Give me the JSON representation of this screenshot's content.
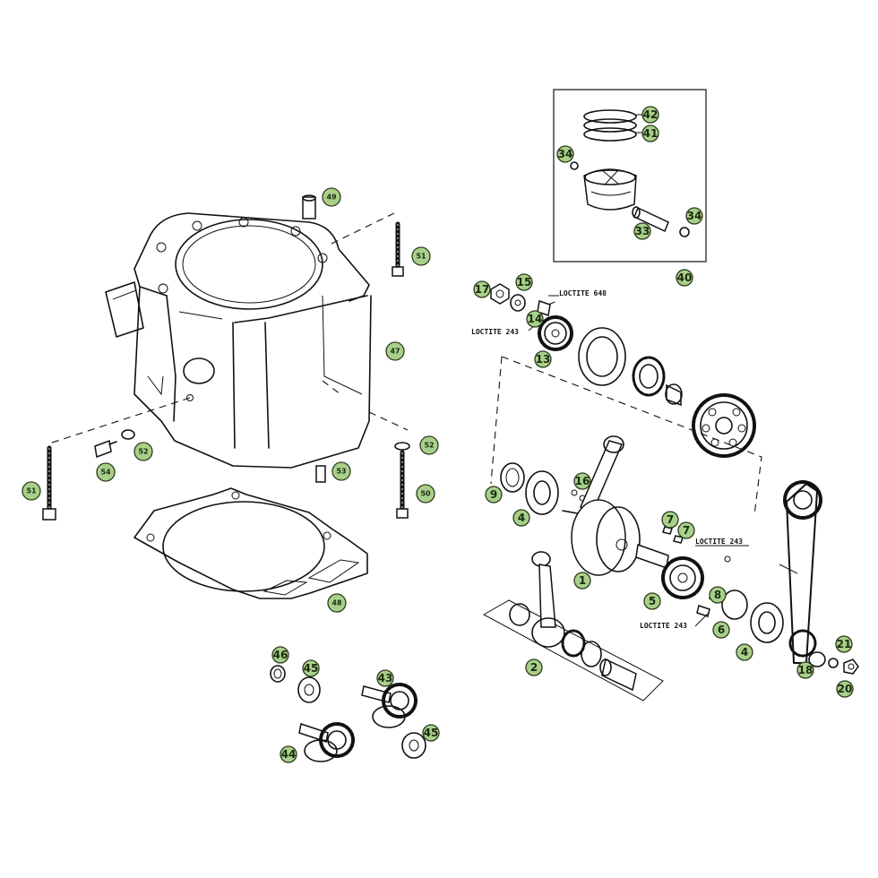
{
  "callouts": [
    {
      "id": "c42",
      "label": "42"
    },
    {
      "id": "c41",
      "label": "41"
    },
    {
      "id": "c34a",
      "label": "34"
    },
    {
      "id": "c34b",
      "label": "34"
    },
    {
      "id": "c33",
      "label": "33"
    },
    {
      "id": "c40",
      "label": "40"
    },
    {
      "id": "c49",
      "label": "49"
    },
    {
      "id": "c51a",
      "label": "51"
    },
    {
      "id": "c47",
      "label": "47"
    },
    {
      "id": "c52a",
      "label": "52"
    },
    {
      "id": "c54",
      "label": "54"
    },
    {
      "id": "c52b",
      "label": "52"
    },
    {
      "id": "c53",
      "label": "53"
    },
    {
      "id": "c51b",
      "label": "51"
    },
    {
      "id": "c50",
      "label": "50"
    },
    {
      "id": "c48",
      "label": "48"
    },
    {
      "id": "c17",
      "label": "17"
    },
    {
      "id": "c15",
      "label": "15"
    },
    {
      "id": "c14",
      "label": "14"
    },
    {
      "id": "c13",
      "label": "13"
    },
    {
      "id": "c9",
      "label": "9"
    },
    {
      "id": "c16",
      "label": "16"
    },
    {
      "id": "c4a",
      "label": "4"
    },
    {
      "id": "c7a",
      "label": "7"
    },
    {
      "id": "c7b",
      "label": "7"
    },
    {
      "id": "c1",
      "label": "1"
    },
    {
      "id": "c5",
      "label": "5"
    },
    {
      "id": "c8",
      "label": "8"
    },
    {
      "id": "c6",
      "label": "6"
    },
    {
      "id": "c4b",
      "label": "4"
    },
    {
      "id": "c21",
      "label": "21"
    },
    {
      "id": "c18",
      "label": "18"
    },
    {
      "id": "c20",
      "label": "20"
    },
    {
      "id": "c2",
      "label": "2"
    },
    {
      "id": "c46",
      "label": "46"
    },
    {
      "id": "c45a",
      "label": "45"
    },
    {
      "id": "c43",
      "label": "43"
    },
    {
      "id": "c45b",
      "label": "45"
    },
    {
      "id": "c44",
      "label": "44"
    }
  ],
  "notes": {
    "n1": "LOCTITE 648",
    "n2": "LOCTITE 243",
    "n3": "LOCTITE 243",
    "n4": "LOCTITE 243"
  }
}
